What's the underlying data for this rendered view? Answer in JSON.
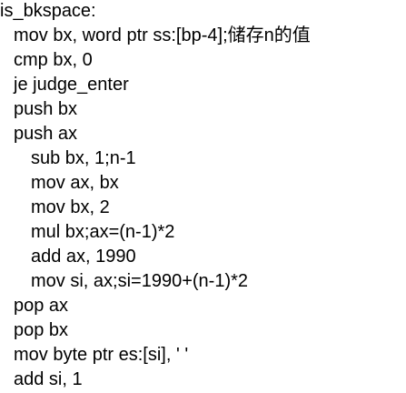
{
  "code": {
    "lines": [
      "is_bkspace:",
      "mov bx, word ptr ss:[bp-4];储存n的值",
      "cmp bx, 0",
      "je judge_enter",
      "push bx",
      "push ax",
      "sub bx, 1;n-1",
      "mov ax, bx",
      "mov bx, 2",
      "mul bx;ax=(n-1)*2",
      "add ax, 1990",
      "mov si, ax;si=1990+(n-1)*2",
      "pop ax",
      "pop bx",
      "mov byte ptr es:[si], ' '",
      "add si, 1"
    ]
  }
}
